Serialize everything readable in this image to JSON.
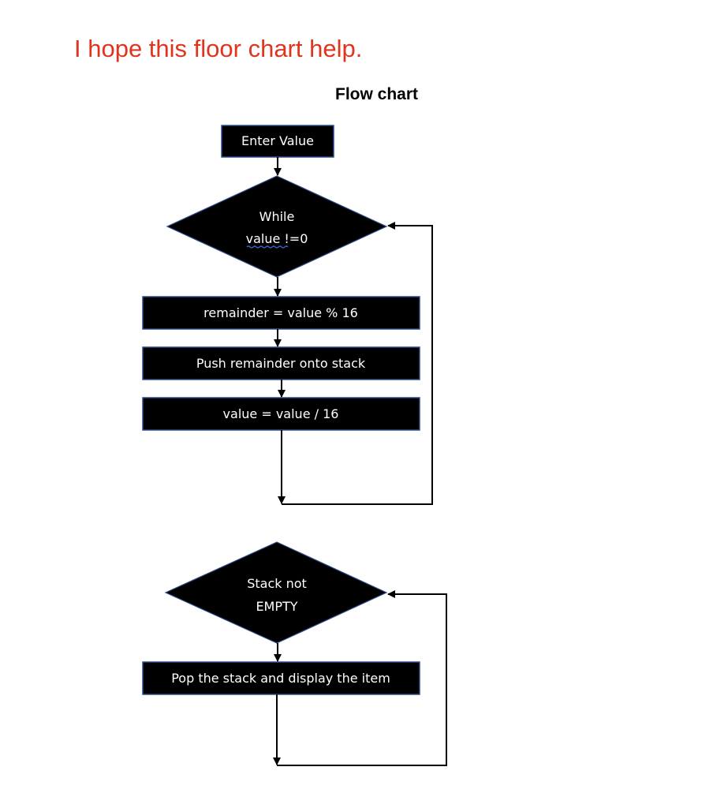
{
  "intro_text": "I hope this floor chart help.",
  "diagram_title": "Flow chart",
  "loop1": {
    "start": "Enter Value",
    "condition_line1": "While",
    "condition_line2": "value !=0",
    "step1": "remainder = value % 16",
    "step2": "Push remainder onto stack",
    "step3": "value = value / 16"
  },
  "loop2": {
    "condition_line1": "Stack not",
    "condition_line2": "EMPTY",
    "step1": "Pop the stack and display the item"
  },
  "colors": {
    "intro": "#e0341f",
    "node_fill": "#000000",
    "node_border": "#2f4d8c",
    "node_text": "#ffffff"
  }
}
